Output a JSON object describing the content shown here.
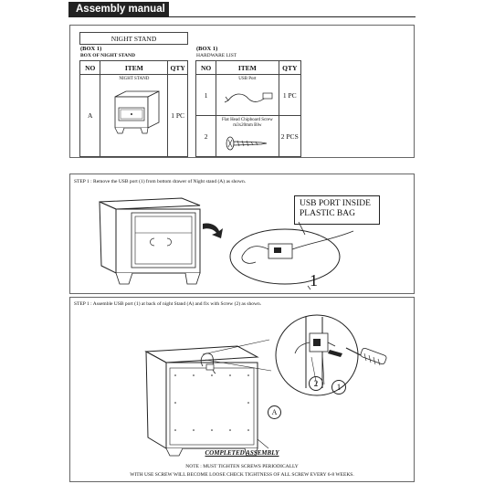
{
  "header": {
    "title": "Assembly manual"
  },
  "box1_left": {
    "product_title": "NIGHT STAND",
    "box_label": "(BOX 1)",
    "box_caption": "BOX OF  NIGHT STAND",
    "columns": [
      "NO",
      "ITEM",
      "QTY"
    ],
    "rows": [
      {
        "no": "A",
        "item_caption": "NIGHT STAND",
        "qty": "1 PC"
      }
    ]
  },
  "box1_right": {
    "box_label": "(BOX 1)",
    "box_caption": "HARDWARE LIST",
    "columns": [
      "NO",
      "ITEM",
      "QTY"
    ],
    "rows": [
      {
        "no": "1",
        "item_caption": "USB Port",
        "qty": "1 PC"
      },
      {
        "no": "2",
        "item_caption": "Flat Head Chipboard Screw m3x20mm Blw",
        "qty": "2 PCS"
      }
    ]
  },
  "step_a": {
    "text": "STEP 1 : Remove the USB port (1)  from bottom drawer of Night stand (A) as shown.",
    "callout_line1": "USB PORT INSIDE",
    "callout_line2": "PLASTIC BAG",
    "part_number": "1"
  },
  "step_b": {
    "text": "STEP 1 : Assemble USB port  (1) at back of night Stand (A) and fix with Screw (2) as shown.",
    "label_a": "A",
    "circle_2": "2",
    "circle_1": "1",
    "completed": "COMPLETED ASSEMBLY",
    "note_line1": "NOTE : MUST TIGHTEN SCREWS PERIODICALLY",
    "note_line2": "WITH USE SCREW WILL BECOME LOOSE CHECK TIGHTNESS OF ALL SCREW EVERY 6-8 WEEKS."
  }
}
